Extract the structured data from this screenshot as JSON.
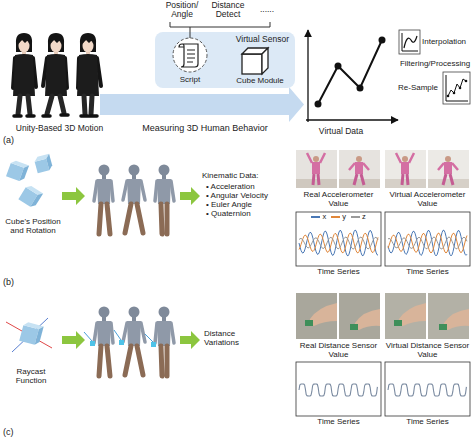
{
  "diagram": {
    "nodes": [
      {
        "text": [
          "Virtual Sensor"
        ]
      },
      {
        "text": [
          "Time Series"
        ]
      },
      {
        "text": [
          "Time Series"
        ]
      },
      {
        "text": [
          "Time Series"
        ]
      },
      {
        "text": [
          "Time Series"
        ]
      }
    ],
    "labels": [
      "Position/ Angle",
      "Distance Detect",
      "......",
      "Script",
      "Cube Module",
      "Unity-Based 3D Motion",
      "Measuring 3D Human Behavior",
      "Virtual Data",
      "Interpolation",
      "Filtering/Processing",
      "Re-Sample",
      "(a)",
      "Cube's Position and Rotation",
      "Kinematic Data:",
      "• Acceleration",
      "• Angular Velocity",
      "• Euler Angle",
      "• Quaternion",
      "Real Accelerometer Value",
      "Virtual Accelerometer Value",
      "(b)",
      "Raycast Function",
      "Distance Variations",
      "Real Distance Sensor Value",
      "Virtual Distance Sensor Value",
      "(c)"
    ],
    "legend": [
      {
        "text": "x",
        "color": "#4a78b5"
      },
      {
        "text": "y",
        "color": "#e0873a"
      },
      {
        "text": "z",
        "color": "#9a9a9a"
      }
    ]
  }
}
